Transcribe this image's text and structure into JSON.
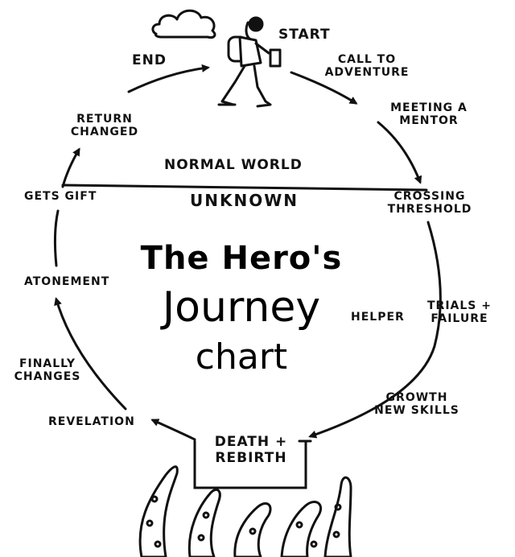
{
  "title": {
    "line1": "The Hero's",
    "line2": "Journey",
    "line3": "chart"
  },
  "stages": {
    "start": "START",
    "call": "CALL TO ADVENTURE",
    "mentor": "MEETING A MENTOR",
    "crossing": "CROSSING THRESHOLD",
    "helper": "HELPER",
    "trials": "TRIALS + FAILURE",
    "growth": "GROWTH NEW SKILLS",
    "death": "DEATH + REBIRTH",
    "revelation": "REVELATION",
    "finally": "FINALLY CHANGES",
    "atonement": "ATONEMENT",
    "gift": "GETS GIFT",
    "return": "RETURN CHANGED",
    "end": "END"
  },
  "worlds": {
    "normal": "NORMAL WORLD",
    "unknown": "UNKNOWN"
  },
  "icons": [
    "cloud-icon",
    "hiker-icon",
    "tentacles-icon"
  ],
  "colors": {
    "ink": "#111111",
    "background": "#ffffff"
  }
}
